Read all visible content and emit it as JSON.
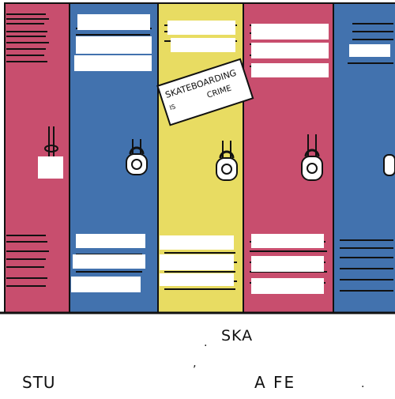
{
  "colors": {
    "red": "#c84e6e",
    "blue": "#4272ae",
    "yellow": "#e8dc62",
    "outline": "#111111",
    "sticker": "#ffffff"
  },
  "sticker": {
    "line1": "SKATEBOARDING",
    "line2": "IS",
    "line3": "CRIME"
  },
  "captions": {
    "top": "SKA",
    "bottom_left": "STU",
    "bottom_right": "A FE"
  }
}
